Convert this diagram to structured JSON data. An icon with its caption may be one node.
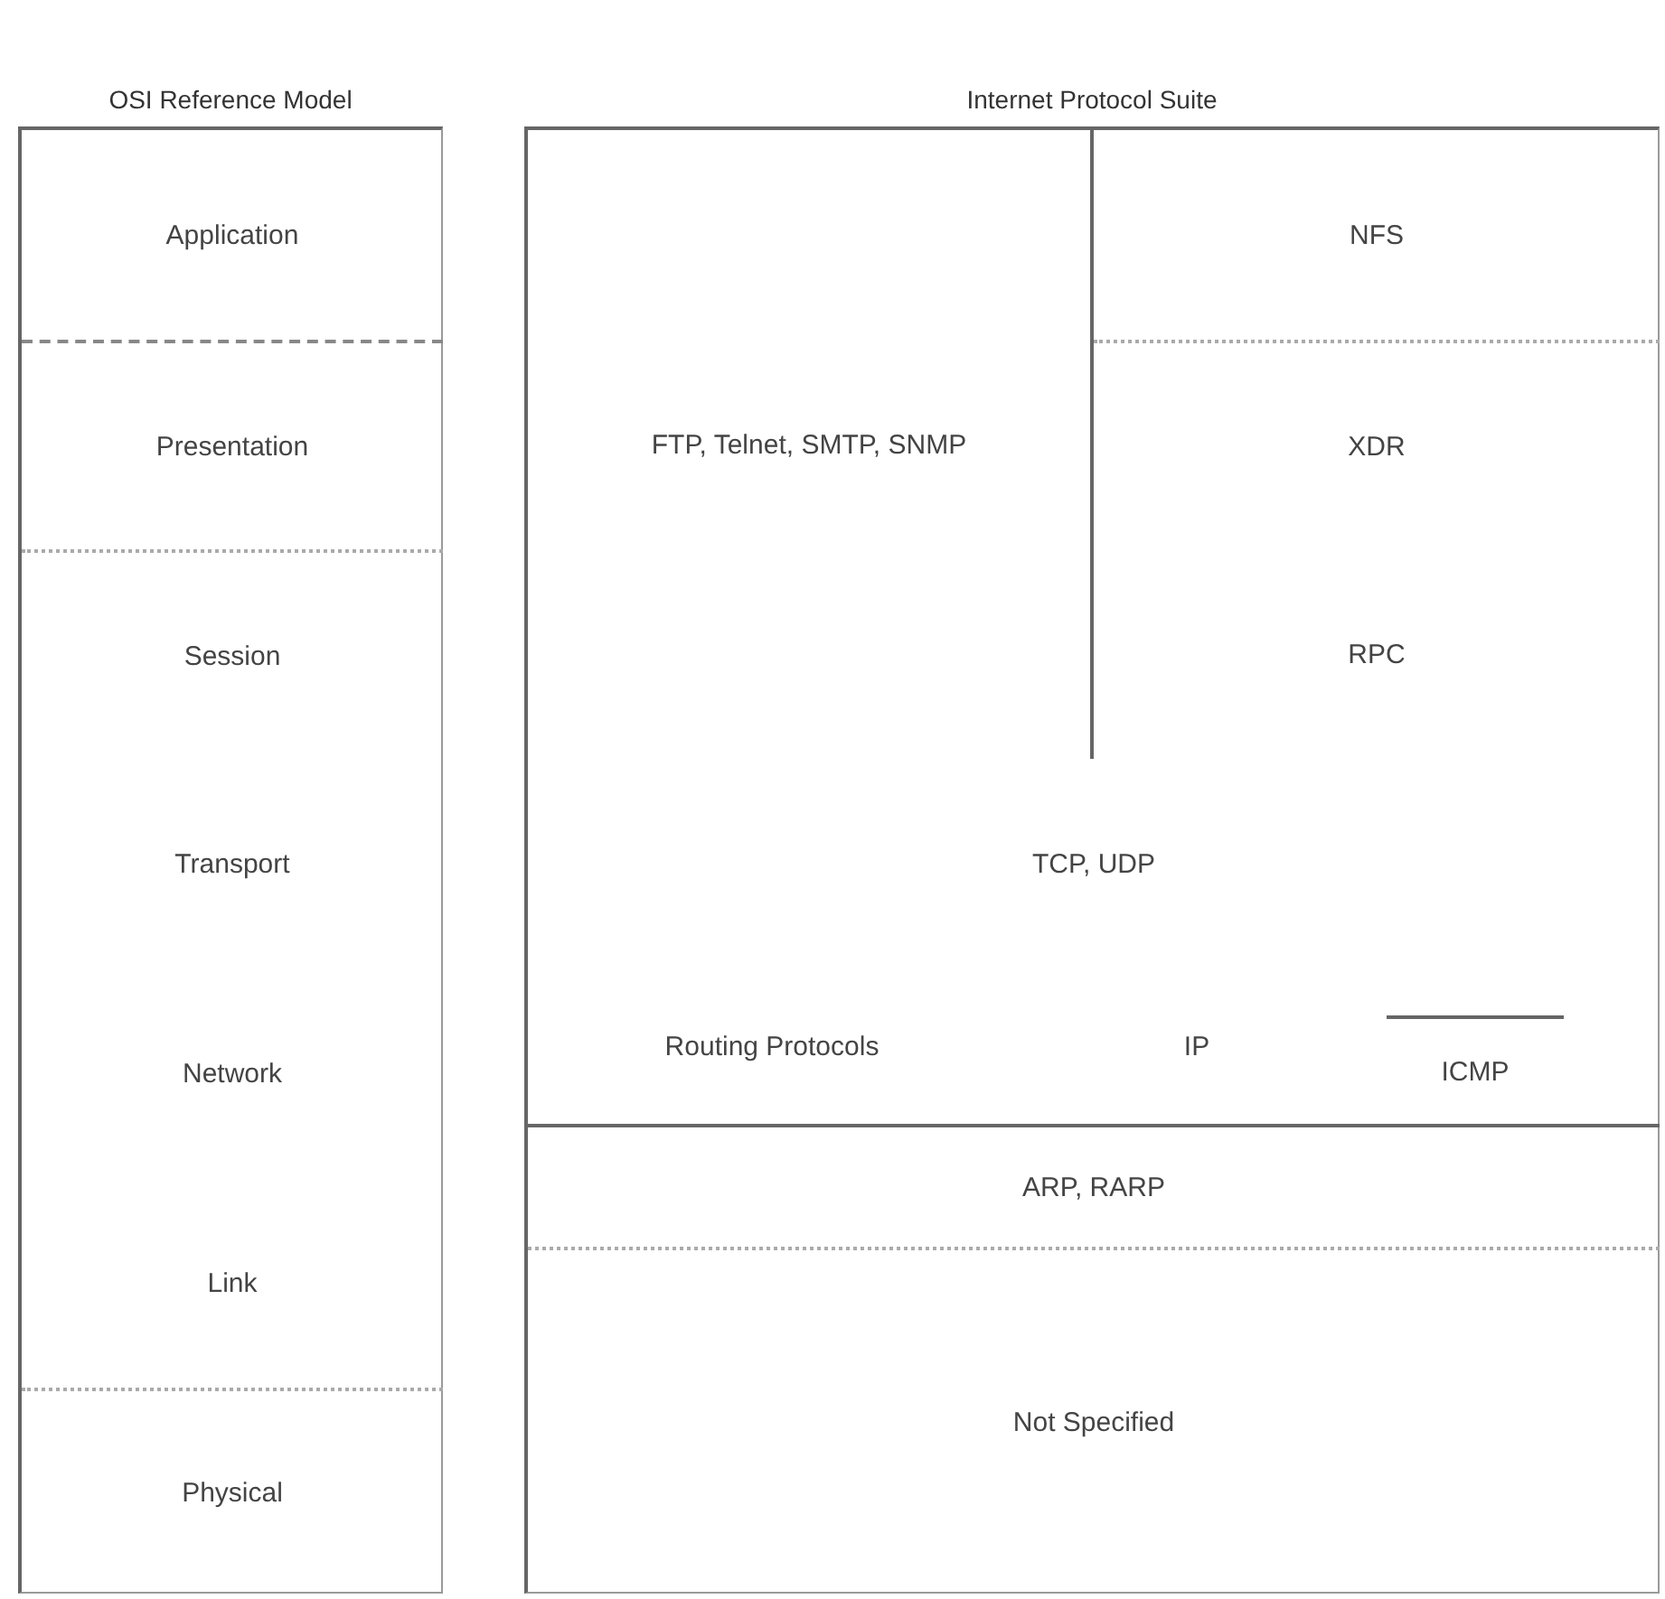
{
  "diagram": {
    "nodes": [
      {
        "text": [
          "OSI Reference Model"
        ]
      },
      {
        "text": [
          "Application"
        ],
        "in": 0
      },
      {
        "text": [
          "Presentation"
        ],
        "in": 0
      },
      {
        "text": [
          "Session"
        ],
        "in": 0
      },
      {
        "text": [
          "Transport"
        ],
        "in": 0
      },
      {
        "text": [
          "Network"
        ],
        "in": 0
      },
      {
        "text": [
          "Link"
        ],
        "in": 0
      },
      {
        "text": [
          "Physical"
        ],
        "in": 0
      },
      {
        "text": [
          "Internet Protocol Suite"
        ]
      },
      {
        "text": [
          "FTP, Telnet, SMTP, SNMP"
        ],
        "in": 8
      },
      {
        "text": [
          "NFS"
        ],
        "in": 8
      },
      {
        "text": [
          "XDR"
        ],
        "in": 8
      },
      {
        "text": [
          "RPC"
        ],
        "in": 8
      },
      {
        "text": [
          "TCP, UDP"
        ],
        "in": 8
      },
      {
        "text": [
          "Routing Protocols"
        ],
        "in": 8
      },
      {
        "text": [
          "IP"
        ],
        "in": 8
      },
      {
        "text": [
          "ICMP"
        ],
        "in": 8
      },
      {
        "text": [
          "ARP, RARP"
        ],
        "in": 8
      },
      {
        "text": [
          "Not Specified"
        ],
        "in": 8
      }
    ]
  }
}
